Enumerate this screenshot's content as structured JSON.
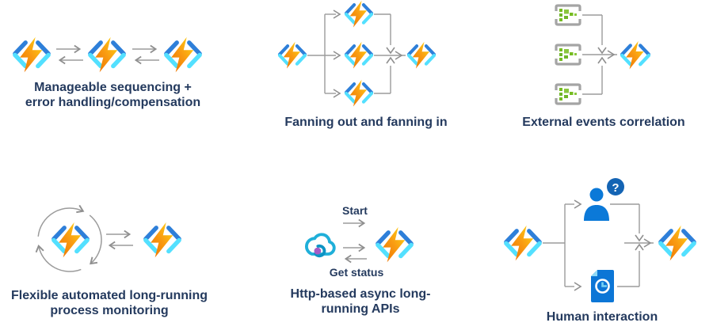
{
  "background": "#ffffff",
  "colors": {
    "caption_text": "#243a5e",
    "connector_gray": "#9b9b9b",
    "arrowhead_gray": "#8f8f8f",
    "bolt_orange": "#EE7100",
    "bolt_mid": "#F99B12",
    "bolt_yellow": "#FFD912",
    "bracket_blue": "#2E7FD9",
    "bracket_cyan": "#53E0FF",
    "event_frame_gray": "#A4A4A4",
    "event_green": "#76BC21",
    "event_green_light": "#8AC63F",
    "person_blue": "#0B79D8",
    "badge_blue": "#1464B4",
    "doc_blue": "#0C76D6",
    "doc_fold_cyan": "#8ED9F6",
    "clock_hands_cyan": "#77D2F4",
    "cloud_teal": "#1FAFD9",
    "swirl_teal": "#0D93C4",
    "dot_purple": "#A55CC6"
  },
  "icons": {
    "function": "azure-function-icon",
    "event_source": "event-source-icon",
    "cloud_api": "cloud-api-icon",
    "person": "person-icon",
    "document_clock": "document-clock-icon",
    "cycle_arrows": "cycle-arrows-icon",
    "arrow": "arrow-icon"
  },
  "patterns": {
    "sequencing": {
      "caption_line1": "Manageable sequencing +",
      "caption_line2": "error handling/compensation"
    },
    "fan_out_in": {
      "caption": "Fanning out and fanning in"
    },
    "external_events": {
      "caption": "External events correlation"
    },
    "monitoring": {
      "caption_line1": "Flexible automated long-running",
      "caption_line2": "process monitoring"
    },
    "async_http": {
      "caption_line1": "Http-based async long-",
      "caption_line2": "running APIs",
      "label_start": "Start",
      "label_get_status": "Get status"
    },
    "human_interaction": {
      "caption": "Human interaction",
      "badge_text": "?"
    }
  }
}
